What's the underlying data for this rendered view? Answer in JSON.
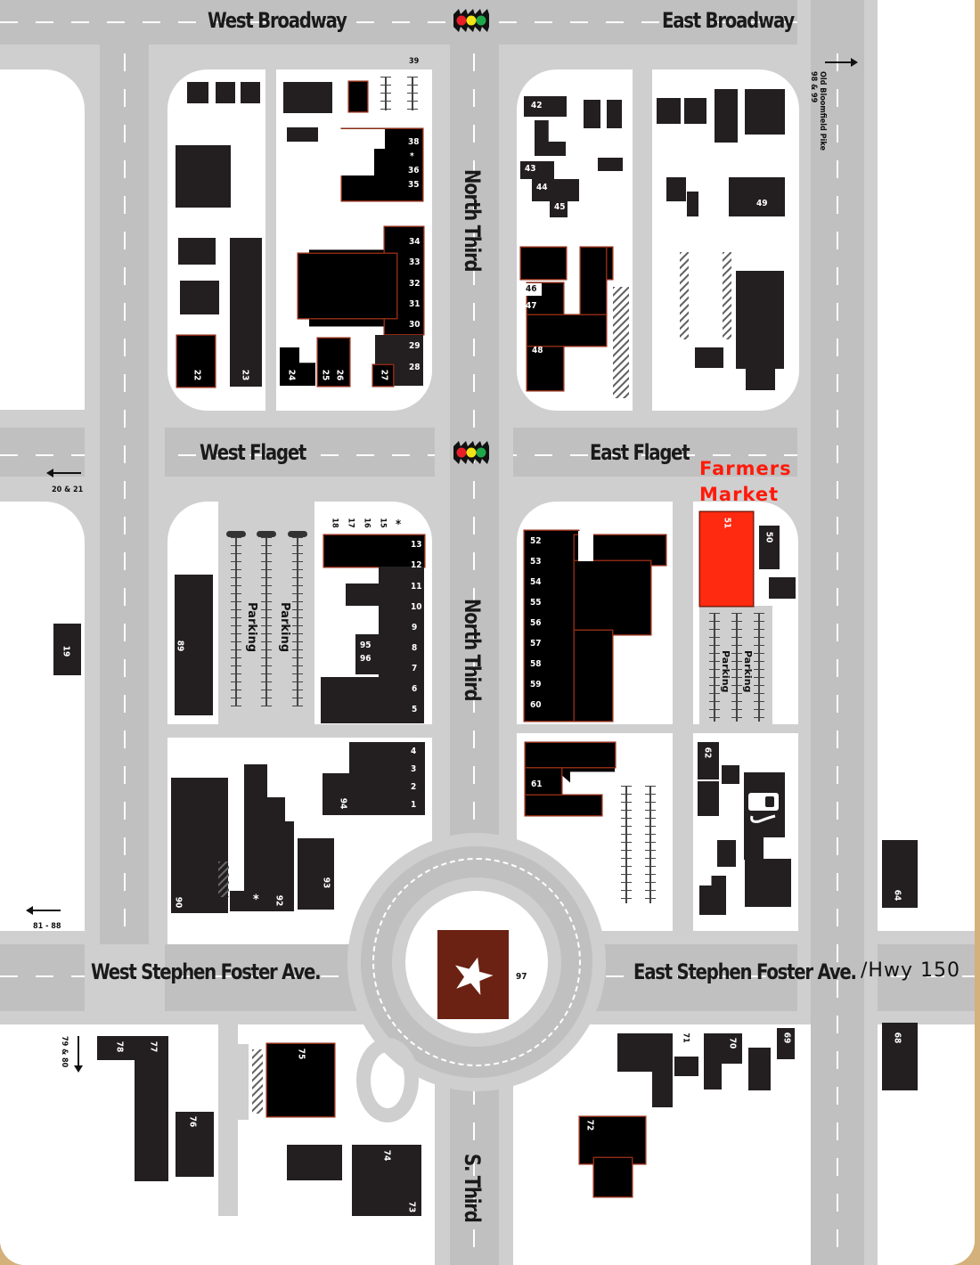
{
  "map": {
    "frame_color": "#d4b07a",
    "road_color": "#c0c0c0",
    "sidewalk_color": "#cfcfcf",
    "building_color": "#231f20",
    "highlight_outline": "#8a2a14",
    "farmers_market_color": "#ff2a10",
    "monument_color": "#6b2212"
  },
  "streets": {
    "west_broadway": "West Broadway",
    "east_broadway": "East Broadway",
    "north_third_upper": "North Third",
    "north_third_lower": "North Third",
    "west_flaget": "West Flaget",
    "east_flaget": "East Flaget",
    "west_stephen_foster": "West Stephen Foster Ave.",
    "east_stephen_foster": "East Stephen Foster Ave.",
    "hwy_suffix": "/Hwy 150",
    "south_third": "S. Third"
  },
  "directions": {
    "old_bloomfield": "Old Bloomfield Pike",
    "old_bloomfield_nums": "98 & 99",
    "west_flaget_nums": "20 & 21",
    "west_sf_nums": "81 - 88",
    "south_nums": "79 & 80"
  },
  "callouts": {
    "farmers_market_line1": "Farmers",
    "farmers_market_line2": "Market",
    "parking": "Parking",
    "asterisk": "*"
  },
  "labels": {
    "b1": "1",
    "b2": "2",
    "b3": "3",
    "b4": "4",
    "b5": "5",
    "b6": "6",
    "b7": "7",
    "b8": "8",
    "b9": "9",
    "b10": "10",
    "b11": "11",
    "b12": "12",
    "b13": "13",
    "b15": "15",
    "b16": "16",
    "b17": "17",
    "b18": "18",
    "b19": "19",
    "b22": "22",
    "b23": "23",
    "b24": "24",
    "b25": "25",
    "b26": "26",
    "b27": "27",
    "b28": "28",
    "b29": "29",
    "b30": "30",
    "b31": "31",
    "b32": "32",
    "b33": "33",
    "b34": "34",
    "b35": "35",
    "b36": "36",
    "b38": "38",
    "b39": "39",
    "b42": "42",
    "b43": "43",
    "b44": "44",
    "b45": "45",
    "b46": "46",
    "b47": "47",
    "b48": "48",
    "b49": "49",
    "b50": "50",
    "b51": "51",
    "b52": "52",
    "b53": "53",
    "b54": "54",
    "b55": "55",
    "b56": "56",
    "b57": "57",
    "b58": "58",
    "b59": "59",
    "b60": "60",
    "b61": "61",
    "b62": "62",
    "b64": "64",
    "b68": "68",
    "b69": "69",
    "b70": "70",
    "b71": "71",
    "b72": "72",
    "b73": "73",
    "b74": "74",
    "b75": "75",
    "b76": "76",
    "b77": "77",
    "b78": "78",
    "b89": "89",
    "b90": "90",
    "b92": "92",
    "b93": "93",
    "b94": "94",
    "b95": "95",
    "b96": "96",
    "b97": "97"
  }
}
